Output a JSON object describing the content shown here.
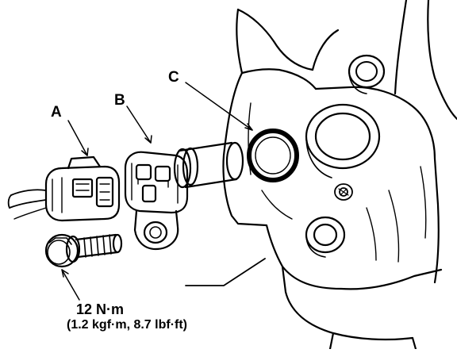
{
  "callouts": {
    "a": "A",
    "b": "B",
    "c": "C"
  },
  "torque": {
    "main": "12 N·m",
    "alt": "(1.2 kgf·m, 8.7 lbf·ft)"
  }
}
